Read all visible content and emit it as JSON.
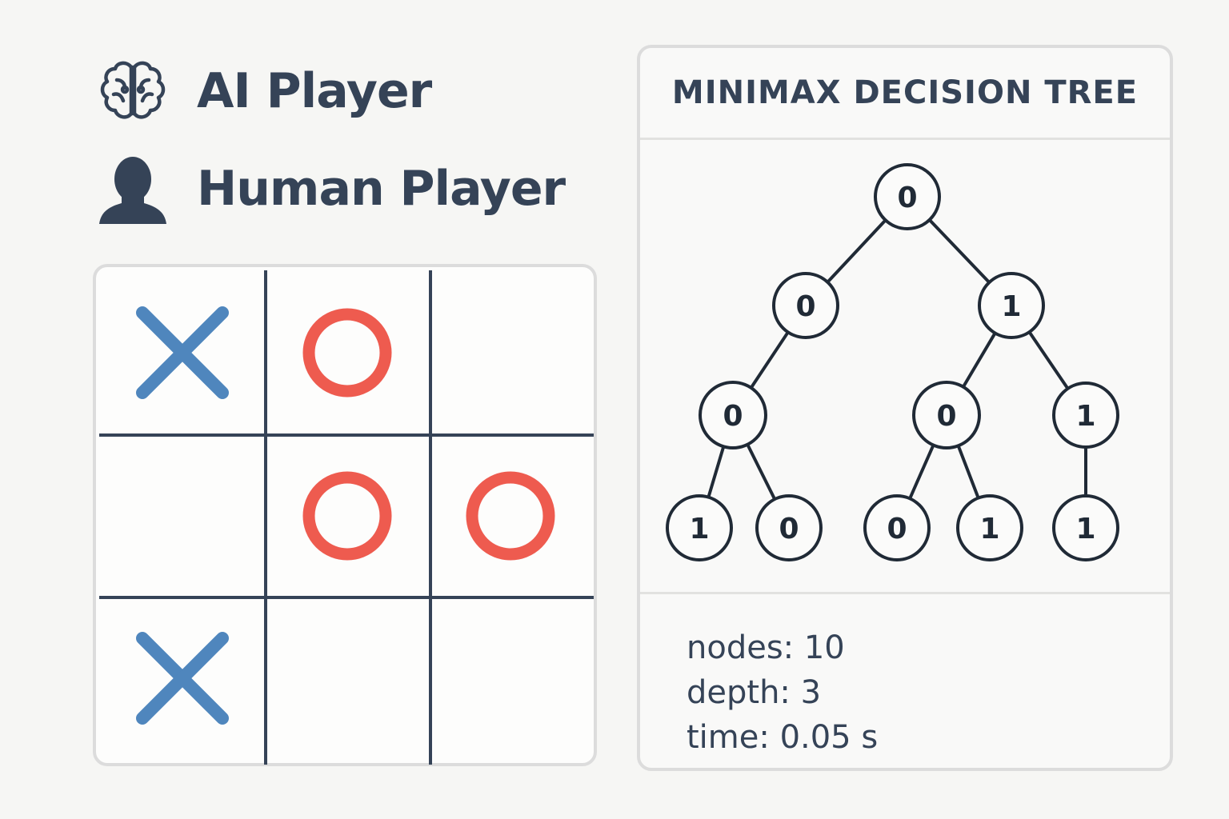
{
  "players": {
    "ai": {
      "label": "AI Player",
      "icon": "brain-icon"
    },
    "human": {
      "label": "Human Player",
      "icon": "user-silhouette-icon"
    }
  },
  "board": {
    "cells": [
      [
        "X",
        "O",
        ""
      ],
      [
        "",
        "O",
        "O"
      ],
      [
        "X",
        "",
        ""
      ]
    ],
    "colors": {
      "x": "#4f86bd",
      "o": "#ee5b4f",
      "grid": "#354357"
    }
  },
  "tree": {
    "title": "MINIMAX DECISION TREE",
    "nodes": [
      {
        "id": "n0",
        "value": "0",
        "parent": null
      },
      {
        "id": "n1",
        "value": "0",
        "parent": "n0"
      },
      {
        "id": "n2",
        "value": "1",
        "parent": "n0"
      },
      {
        "id": "n3",
        "value": "0",
        "parent": "n1"
      },
      {
        "id": "n4",
        "value": "0",
        "parent": "n2"
      },
      {
        "id": "n5",
        "value": "1",
        "parent": "n2"
      },
      {
        "id": "n6",
        "value": "1",
        "parent": "n3"
      },
      {
        "id": "n7",
        "value": "0",
        "parent": "n3"
      },
      {
        "id": "n8",
        "value": "0",
        "parent": "n4"
      },
      {
        "id": "n9",
        "value": "1",
        "parent": "n4"
      },
      {
        "id": "n10",
        "value": "1",
        "parent": "n5"
      }
    ]
  },
  "stats": {
    "nodes": "nodes: 10",
    "depth": "depth: 3",
    "time": "time: 0.05 s"
  }
}
